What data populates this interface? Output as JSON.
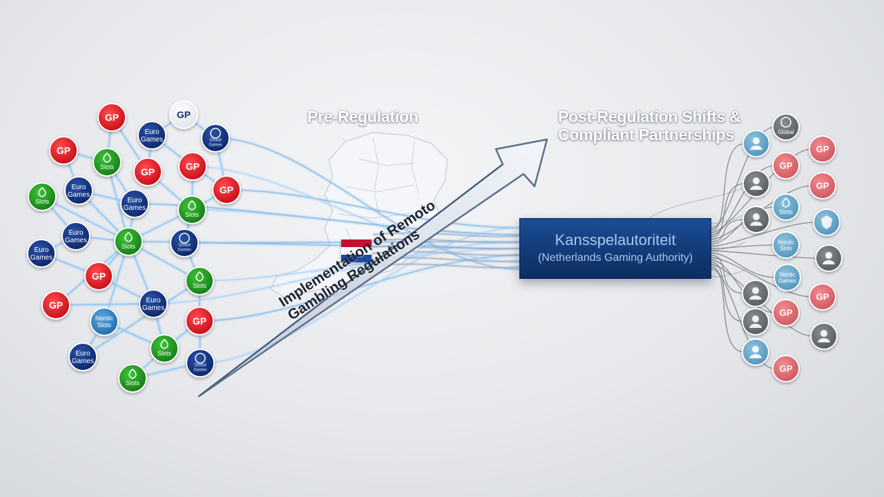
{
  "headings": {
    "pre": "Pre-Regulation",
    "post_line1": "Post-Regulation Shifts &",
    "post_line2": "Compliant Partnerships"
  },
  "arrow_label": {
    "line1": "Implementation of Remoto",
    "line2": "Gambling Regulations"
  },
  "authority": {
    "title": "Kansspelautoriteit",
    "subtitle": "(Netherlands Gaming Authority)"
  },
  "colors": {
    "red_logo": "#e1141e",
    "navy_logo": "#0f2f7f",
    "green_logo": "#1e9a1e",
    "blue_logo": "#2f7fbf",
    "authority_box": "#163f80",
    "network_line": "#8fc6f5",
    "flag_red": "#c8102e",
    "flag_blue": "#1f4aa8"
  },
  "pre_nodes": [
    {
      "id": "n1",
      "kind": "gp",
      "text": "GP"
    },
    {
      "id": "n2",
      "kind": "gp-white",
      "text": "GP"
    },
    {
      "id": "n3",
      "kind": "euro",
      "text": "Euro\nGames"
    },
    {
      "id": "n4",
      "kind": "global",
      "text": "Global\nGames"
    },
    {
      "id": "n5",
      "kind": "gp",
      "text": "GP"
    },
    {
      "id": "n6",
      "kind": "slots",
      "text": "Slots"
    },
    {
      "id": "n7",
      "kind": "gp",
      "text": "GP"
    },
    {
      "id": "n8",
      "kind": "gp",
      "text": "GP"
    },
    {
      "id": "n9",
      "kind": "gp",
      "text": "GP"
    },
    {
      "id": "n10",
      "kind": "slots",
      "text": "Slots"
    },
    {
      "id": "n11",
      "kind": "euro",
      "text": "Euro\nGames"
    },
    {
      "id": "n12",
      "kind": "euro",
      "text": "Euro\nGames"
    },
    {
      "id": "n13",
      "kind": "slots",
      "text": "Slots"
    },
    {
      "id": "n14",
      "kind": "euro",
      "text": "Euro\nGames"
    },
    {
      "id": "n15",
      "kind": "slots",
      "text": "Slots"
    },
    {
      "id": "n16",
      "kind": "global",
      "text": "Global\nGames"
    },
    {
      "id": "n17",
      "kind": "euro",
      "text": "Euro\nGames"
    },
    {
      "id": "n18",
      "kind": "gp",
      "text": "GP"
    },
    {
      "id": "n19",
      "kind": "slots",
      "text": "Slots"
    },
    {
      "id": "n20",
      "kind": "gp",
      "text": "GP"
    },
    {
      "id": "n21",
      "kind": "euro",
      "text": "Euro\nGames"
    },
    {
      "id": "n22",
      "kind": "nordic",
      "text": "Nordic\nSlots"
    },
    {
      "id": "n23",
      "kind": "gp",
      "text": "GP"
    },
    {
      "id": "n24",
      "kind": "slots",
      "text": "Slots"
    },
    {
      "id": "n25",
      "kind": "euro",
      "text": "Euro\nGames"
    },
    {
      "id": "n26",
      "kind": "global",
      "text": "Global\nGames"
    },
    {
      "id": "n27",
      "kind": "slots",
      "text": "Slots"
    }
  ],
  "post_nodes": [
    {
      "id": "p1",
      "kind": "global",
      "text": "Global"
    },
    {
      "id": "p2",
      "kind": "user",
      "text": ""
    },
    {
      "id": "p3",
      "kind": "gp",
      "text": "GP"
    },
    {
      "id": "p4",
      "kind": "gp",
      "text": "GP"
    },
    {
      "id": "p5",
      "kind": "user",
      "text": ""
    },
    {
      "id": "p6",
      "kind": "gp",
      "text": "GP"
    },
    {
      "id": "p7",
      "kind": "user",
      "text": ""
    },
    {
      "id": "p8",
      "kind": "slots",
      "text": "Slots"
    },
    {
      "id": "p9",
      "kind": "shield",
      "text": ""
    },
    {
      "id": "p10",
      "kind": "nordic",
      "text": "Nordic\nSlots"
    },
    {
      "id": "p11",
      "kind": "user",
      "text": ""
    },
    {
      "id": "p12",
      "kind": "nordic",
      "text": "Nordic\nGames"
    },
    {
      "id": "p13",
      "kind": "user",
      "text": ""
    },
    {
      "id": "p14",
      "kind": "gp",
      "text": "GP"
    },
    {
      "id": "p15",
      "kind": "gp",
      "text": "GP"
    },
    {
      "id": "p16",
      "kind": "user",
      "text": ""
    },
    {
      "id": "p17",
      "kind": "user",
      "text": ""
    },
    {
      "id": "p18",
      "kind": "user",
      "text": ""
    },
    {
      "id": "p19",
      "kind": "gp",
      "text": "GP"
    }
  ]
}
